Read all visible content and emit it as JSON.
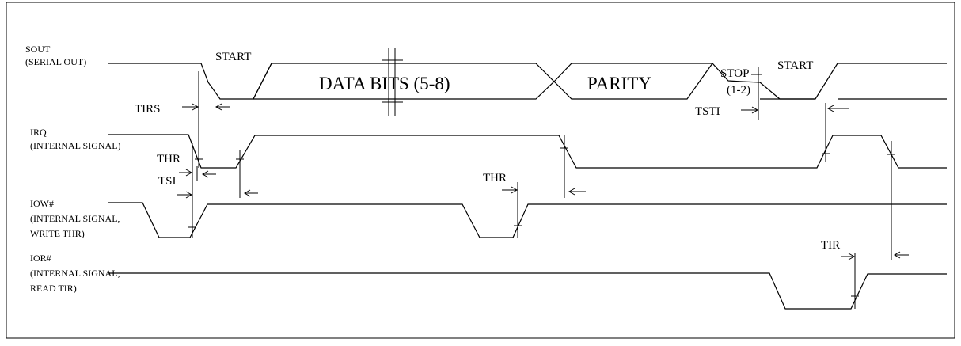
{
  "signals": {
    "sout": {
      "line1": "SOUT",
      "line2": "(SERIAL OUT)"
    },
    "irq": {
      "line1": "IRQ",
      "line2": "(INTERNAL SIGNAL)"
    },
    "iow": {
      "line1": "IOW#",
      "line2": "(INTERNAL SIGNAL,",
      "line3": "WRITE THR)"
    },
    "ior": {
      "line1": "IOR#",
      "line2": "(INTERNAL SIGNAL,",
      "line3": "READ TIR)"
    }
  },
  "fields": {
    "start1": "START",
    "data_bits": "DATA BITS (5-8)",
    "parity": "PARITY",
    "stop_line1": "STOP",
    "stop_line2": "(1-2)",
    "start2": "START"
  },
  "timings": {
    "tirs": "TIRS",
    "thr1": "THR",
    "tsi": "TSI",
    "thr2": "THR",
    "tsti": "TSTI",
    "tir": "TIR"
  },
  "colors": {
    "ink": "#000000",
    "background": "#ffffff"
  }
}
